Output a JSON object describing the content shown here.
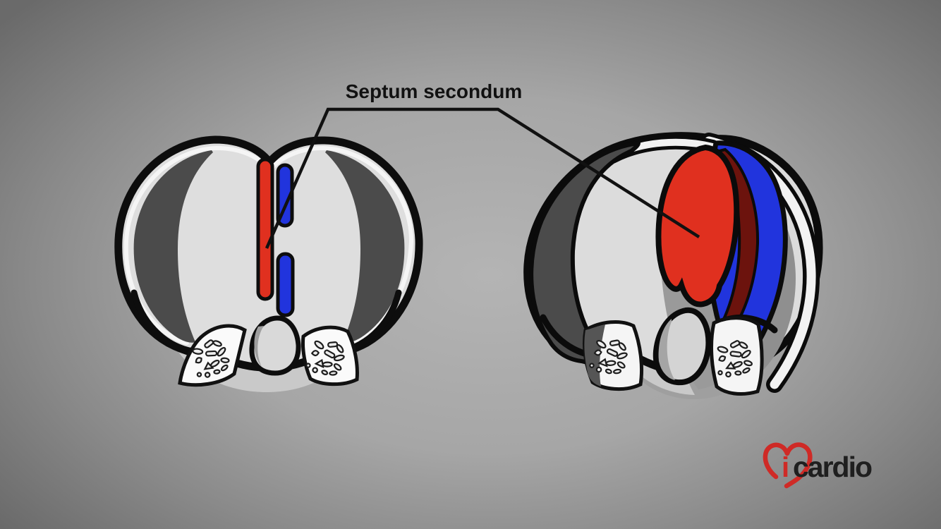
{
  "annotation": {
    "label": "Septum secondum"
  },
  "logo": {
    "prefix": "i",
    "name": "cardio"
  },
  "colors": {
    "septum_secundum_red": "#e0301f",
    "septum_secundum_shadow": "#6c130d",
    "septum_primum_blue": "#2134dd",
    "outline": "#0d0d0d",
    "wall_dark": "#4b4b4b",
    "chamber_light": "#dcdcdc",
    "rim_white": "#f5f5f5",
    "floor_gray": "#9f9f9f",
    "floor_light": "#c9c9c9",
    "logo_red": "#cf2a26",
    "logo_text": "#1f1f1f",
    "background_center": "#b3b3b3",
    "background_edge": "#6a6a6a"
  }
}
